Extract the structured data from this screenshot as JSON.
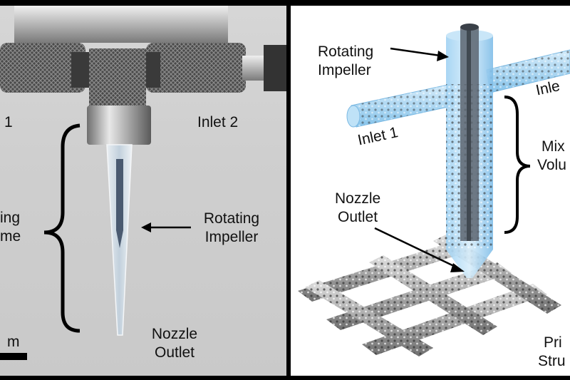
{
  "left_panel": {
    "inlet_1_partial": "1",
    "inlet_2": "Inlet 2",
    "mixing_volume_line1_partial": "ing",
    "mixing_volume_line2_partial": "me",
    "rotating_impeller_line1": "Rotating",
    "rotating_impeller_line2": "Impeller",
    "nozzle_outlet_line1": "Nozzle",
    "nozzle_outlet_line2": "Outlet",
    "scale_bar_partial": "m"
  },
  "right_panel": {
    "rotating_impeller_line1": "Rotating",
    "rotating_impeller_line2": "Impeller",
    "inlet_1": "Inlet 1",
    "inlet_2_partial": "Inle",
    "mixing_volume_line1_partial": "Mix",
    "mixing_volume_line2_partial": "Volu",
    "nozzle_outlet_line1": "Nozzle",
    "nozzle_outlet_line2": "Outlet",
    "printed_structure_line1_partial": "Pri",
    "printed_structure_line2_partial": "Stru"
  },
  "colors": {
    "background": "#000000",
    "photo_background": "#cfcfcf",
    "nozzle_blue": "#8fc8ee",
    "filament_gray": "#9a9a9a"
  }
}
